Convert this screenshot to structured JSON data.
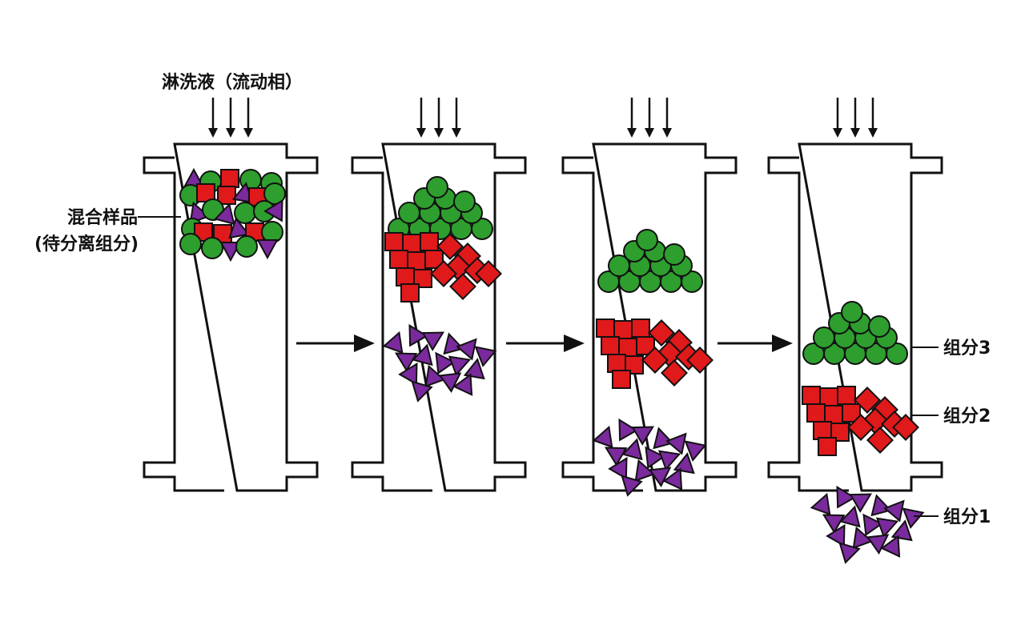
{
  "labels": {
    "eluent": "淋洗液（流动相）",
    "sample_line1": "混合样品",
    "sample_line2": "(待分离组分)",
    "component3": "组分3",
    "component2": "组分2",
    "component1": "组分1"
  },
  "colors": {
    "outline": "#111111",
    "circle": "#2e9e2e",
    "square": "#e0191b",
    "triangle": "#7a2a9c",
    "background": "#ffffff"
  },
  "columns": [
    {
      "id": "stage-1",
      "state": "mixed sample at top"
    },
    {
      "id": "stage-2",
      "state": "separation begins"
    },
    {
      "id": "stage-3",
      "state": "bands separated"
    },
    {
      "id": "stage-4",
      "state": "component 1 eluted"
    }
  ]
}
